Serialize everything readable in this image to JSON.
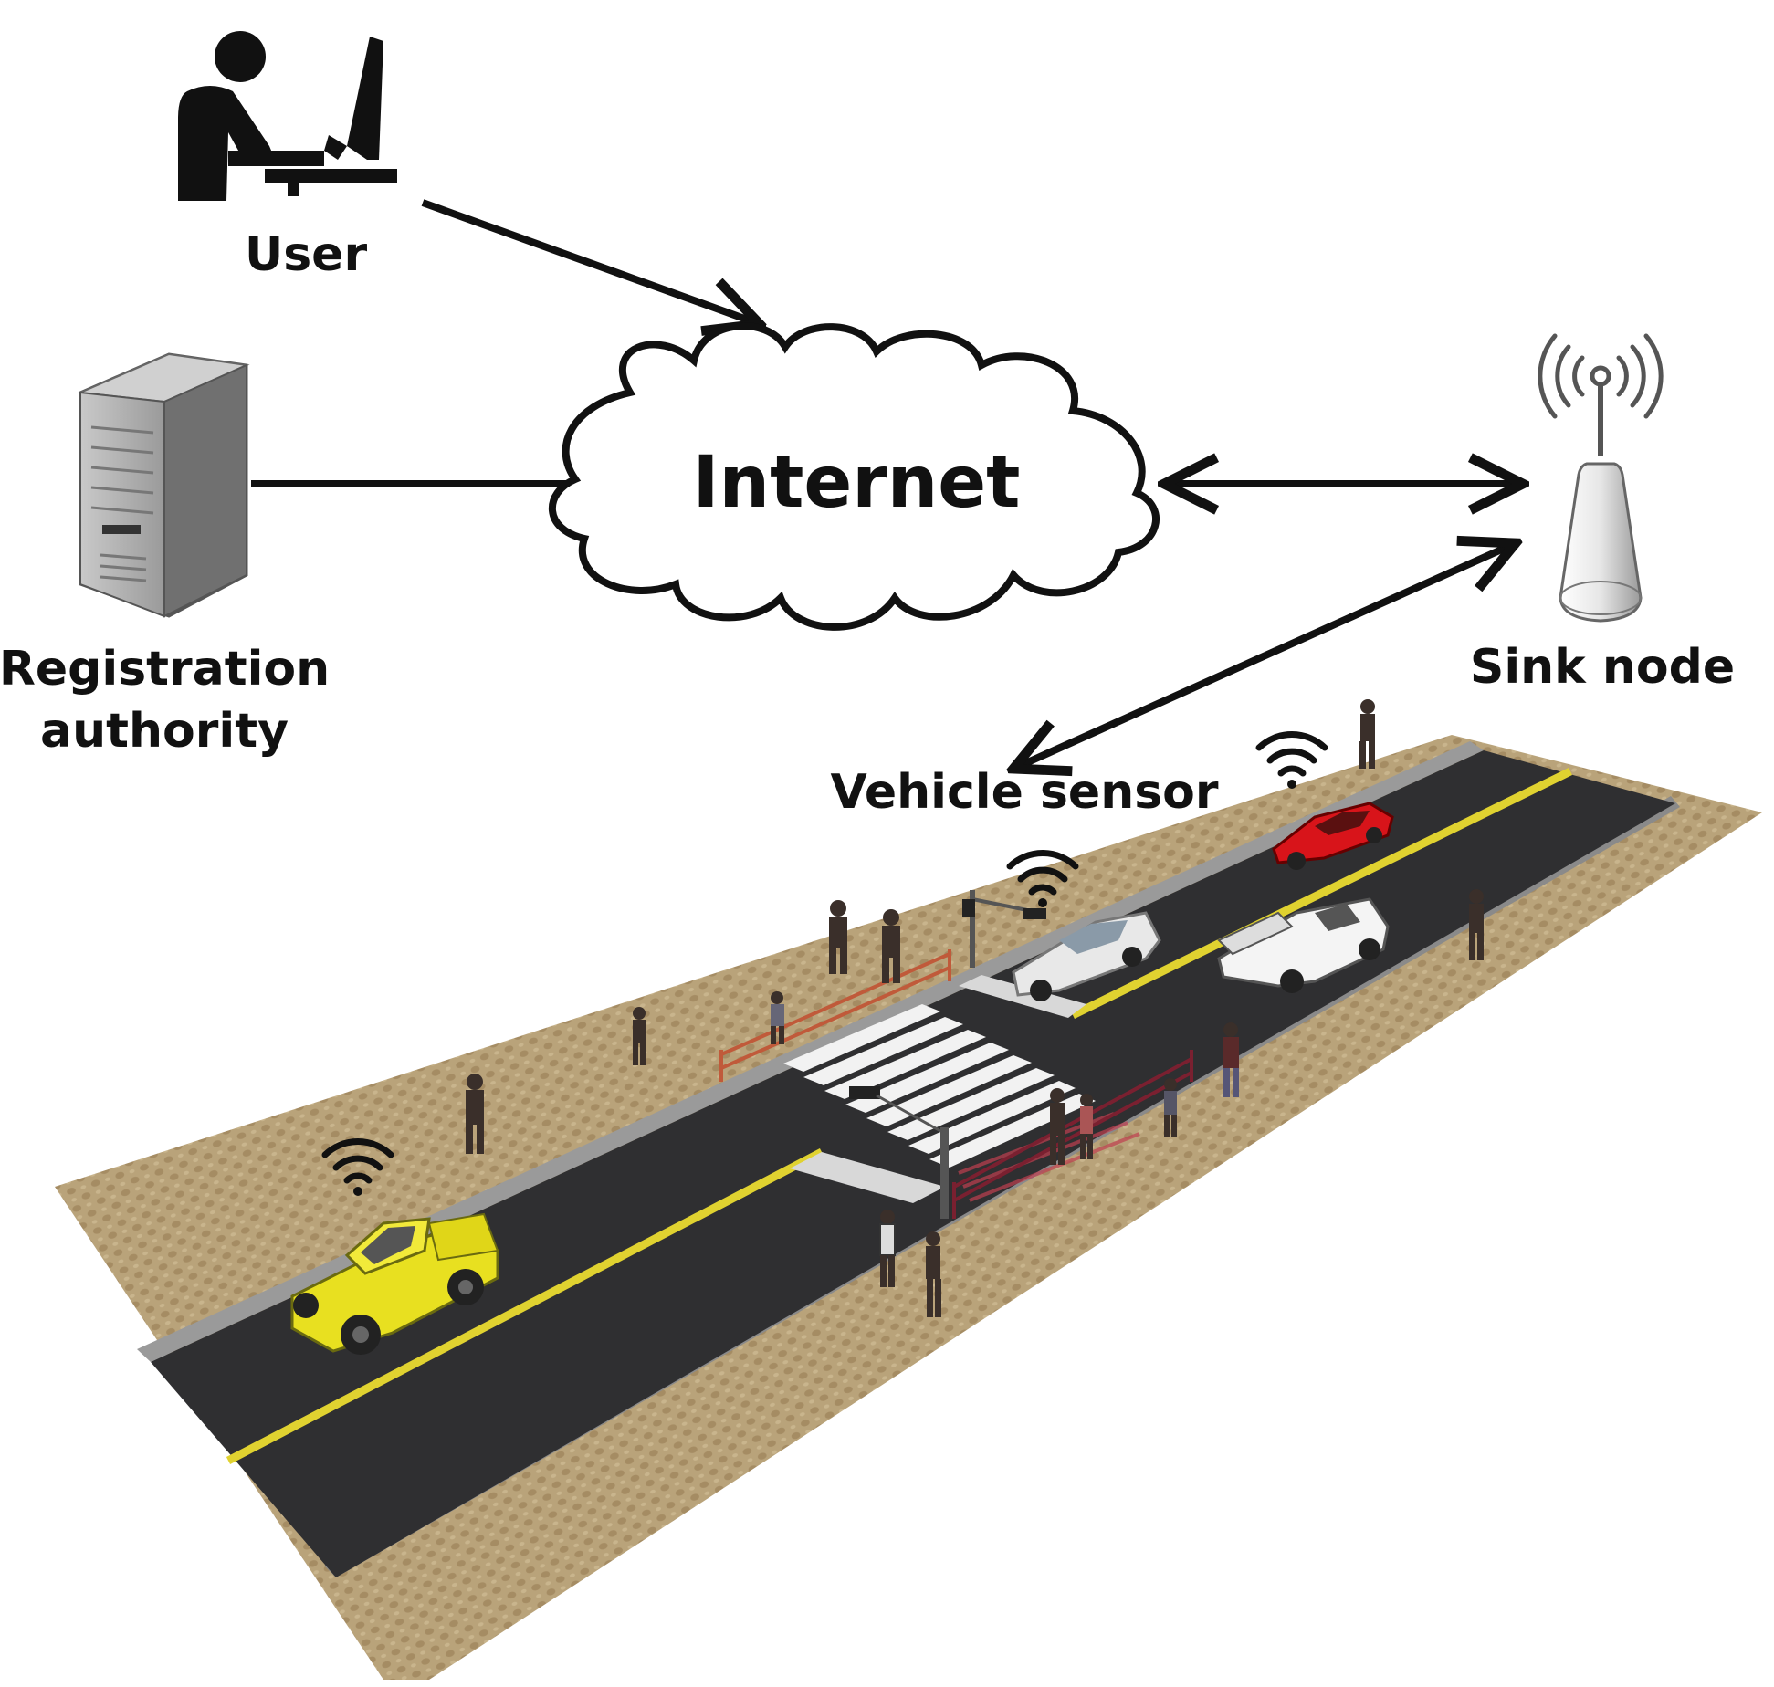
{
  "labels": {
    "user": "User",
    "registration_line1": "Registration",
    "registration_line2": "authority",
    "internet": "Internet",
    "sink_node": "Sink node",
    "vehicle_sensor": "Vehicle sensor"
  },
  "icons": {
    "user": "user-at-computer-icon",
    "server": "server-tower-icon",
    "cloud": "internet-cloud-icon",
    "sink": "antenna-sink-node-icon",
    "wifi": "wifi-signal-icon"
  },
  "colors": {
    "road": "#2f2f31",
    "sidewalk": "#b9a37a",
    "center_line": "#e0d230",
    "yellow_truck": "#e8e020",
    "red_car": "#d8141a",
    "white_car": "#e8e8e8",
    "ink": "#111111"
  }
}
